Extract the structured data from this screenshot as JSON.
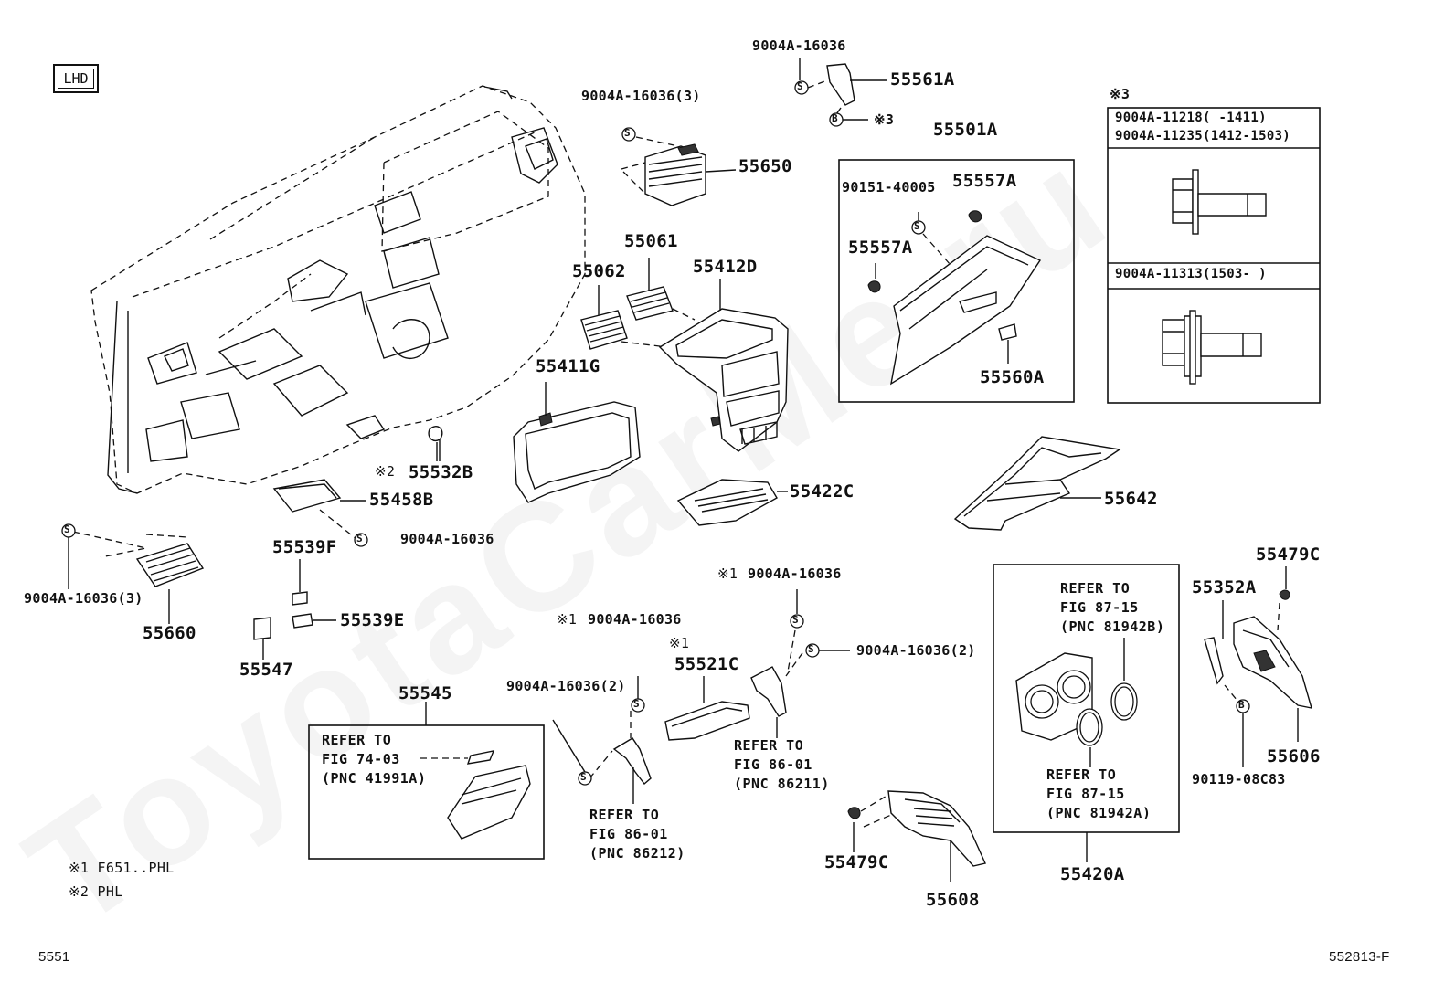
{
  "diagram": {
    "region_tag": "LHD",
    "watermark": "ToyotaCarMe.ru",
    "part_labels": [
      {
        "id": "p55650",
        "text": "55650"
      },
      {
        "id": "p55561A",
        "text": "55561A"
      },
      {
        "id": "p55501A",
        "text": "55501A"
      },
      {
        "id": "p55557A_top",
        "text": "55557A"
      },
      {
        "id": "p55557A_left",
        "text": "55557A"
      },
      {
        "id": "p55560A",
        "text": "55560A"
      },
      {
        "id": "p55062",
        "text": "55062"
      },
      {
        "id": "p55061",
        "text": "55061"
      },
      {
        "id": "p55412D",
        "text": "55412D"
      },
      {
        "id": "p55411G",
        "text": "55411G"
      },
      {
        "id": "p55532B",
        "text": "55532B"
      },
      {
        "id": "p55458B",
        "text": "55458B"
      },
      {
        "id": "p55422C",
        "text": "55422C"
      },
      {
        "id": "p55642",
        "text": "55642"
      },
      {
        "id": "p55539F",
        "text": "55539F"
      },
      {
        "id": "p55539E",
        "text": "55539E"
      },
      {
        "id": "p55547",
        "text": "55547"
      },
      {
        "id": "p55660",
        "text": "55660"
      },
      {
        "id": "p55545",
        "text": "55545"
      },
      {
        "id": "p55521C",
        "text": "55521C"
      },
      {
        "id": "p55479C_right",
        "text": "55479C"
      },
      {
        "id": "p55352A",
        "text": "55352A"
      },
      {
        "id": "p55606",
        "text": "55606"
      },
      {
        "id": "p55479C_bottom",
        "text": "55479C"
      },
      {
        "id": "p55608",
        "text": "55608"
      },
      {
        "id": "p55420A",
        "text": "55420A"
      }
    ],
    "fastener_labels": [
      {
        "id": "f_top",
        "text": "9004A-16036"
      },
      {
        "id": "f_55650",
        "text": "9004A-16036(3)"
      },
      {
        "id": "f_90151",
        "text": "90151-40005"
      },
      {
        "id": "f_55458B",
        "text": "9004A-16036"
      },
      {
        "id": "f_55660",
        "text": "9004A-16036(3)"
      },
      {
        "id": "f_mid1",
        "text": "9004A-16036"
      },
      {
        "id": "f_mid2",
        "text": "9004A-16036"
      },
      {
        "id": "f_mid3",
        "text": "9004A-16036(2)"
      },
      {
        "id": "f_mid4",
        "text": "9004A-16036(2)"
      },
      {
        "id": "f_90119",
        "text": "90119-08C83"
      }
    ],
    "mark_labels": [
      {
        "id": "m_b_top",
        "text": "※3"
      },
      {
        "id": "m_table",
        "text": "※3"
      },
      {
        "id": "m_532",
        "text": "※2"
      },
      {
        "id": "m_mid1",
        "text": "※1"
      },
      {
        "id": "m_mid2",
        "text": "※1"
      },
      {
        "id": "m_521",
        "text": "※1"
      }
    ],
    "bolt_table": {
      "row1_line1": "9004A-11218(    -1411)",
      "row1_line2": "9004A-11235(1412-1503)",
      "row2_line1": "9004A-11313(1503-    )"
    },
    "references": {
      "r55545": [
        "REFER TO",
        "FIG 74-03",
        "(PNC 41991A)"
      ],
      "r86212": [
        "REFER TO",
        "FIG 86-01",
        "(PNC 86212)"
      ],
      "r86211": [
        "REFER TO",
        "FIG 86-01",
        "(PNC 86211)"
      ],
      "r81942B": [
        "REFER TO",
        "FIG 87-15",
        "(PNC 81942B)"
      ],
      "r81942A": [
        "REFER TO",
        "FIG 87-15",
        "(PNC 81942A)"
      ]
    },
    "symbols": {
      "s": "S",
      "b": "B"
    },
    "notes": {
      "note1": "※1 F651..PHL",
      "note2": "※2 PHL"
    },
    "footer": {
      "left_code": "5551",
      "right_code": "552813-F"
    }
  }
}
